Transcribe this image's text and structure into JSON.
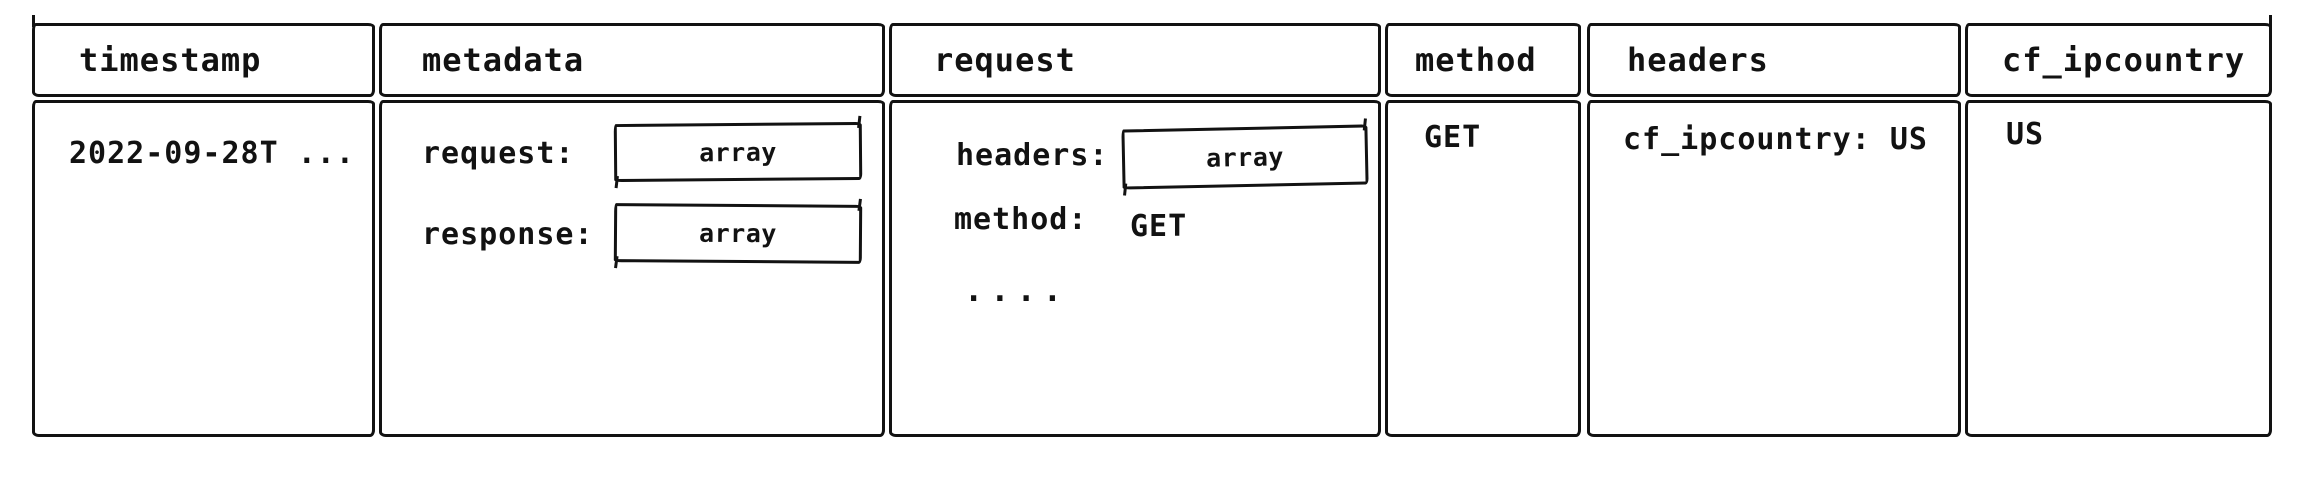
{
  "colors": {
    "ink": "#121212",
    "background": "#ffffff"
  },
  "table": {
    "columns": [
      {
        "id": "timestamp",
        "label": "timestamp"
      },
      {
        "id": "metadata",
        "label": "metadata"
      },
      {
        "id": "request",
        "label": "request"
      },
      {
        "id": "method",
        "label": "method"
      },
      {
        "id": "headers",
        "label": "headers"
      },
      {
        "id": "cf_ipcountry",
        "label": "cf_ipcountry"
      }
    ],
    "row": {
      "timestamp": "2022-09-28T ...",
      "metadata": {
        "request_label": "request:",
        "request_value": "array",
        "response_label": "response:",
        "response_value": "array"
      },
      "request": {
        "headers_label": "headers:",
        "headers_value": "array",
        "method_label": "method:",
        "method_value": "GET",
        "ellipsis": "...."
      },
      "method": "GET",
      "headers": "cf_ipcountry: US",
      "cf_ipcountry": "US"
    }
  }
}
